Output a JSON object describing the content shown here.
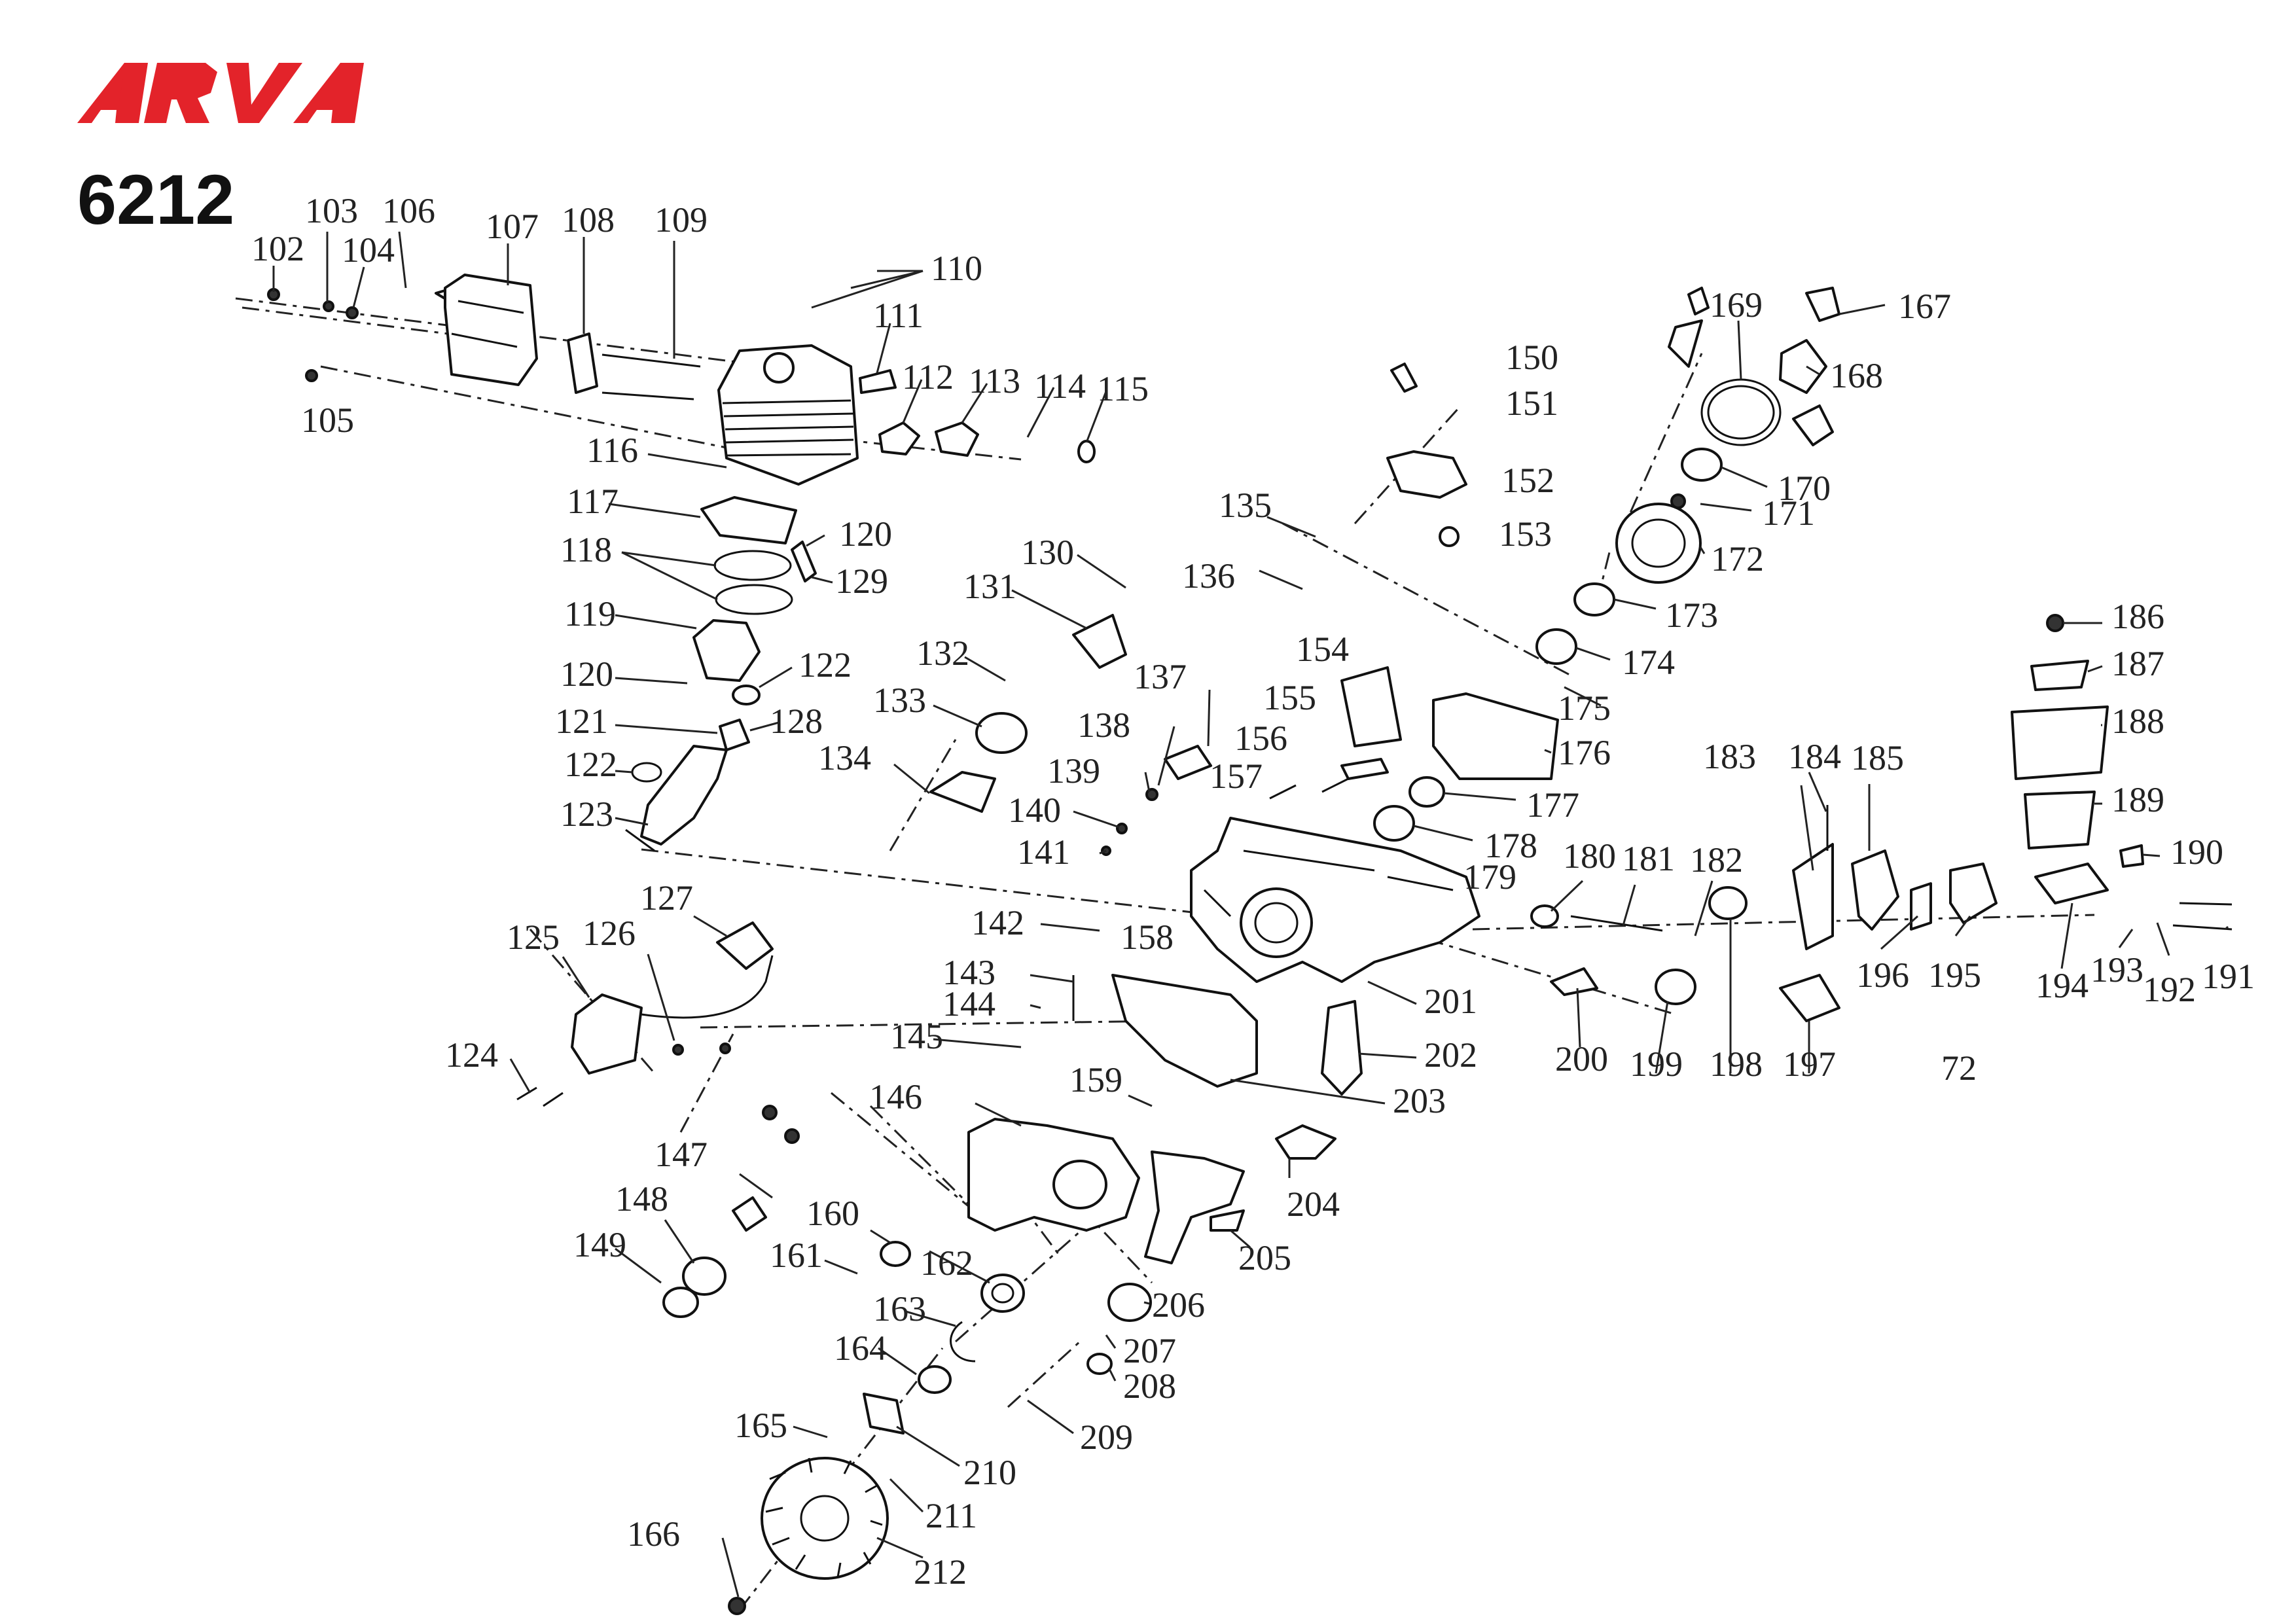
{
  "brand": {
    "logo_text": "ARVA",
    "logo_color": "#e3232a"
  },
  "model_number": "6212",
  "callouts": {
    "c102": "102",
    "c103": "103",
    "c104": "104",
    "c105": "105",
    "c106": "106",
    "c107": "107",
    "c108": "108",
    "c109": "109",
    "c110": "110",
    "c111": "111",
    "c112": "112",
    "c113": "113",
    "c114": "114",
    "c115": "115",
    "c116": "116",
    "c117": "117",
    "c118": "118",
    "c119": "119",
    "c120a": "120",
    "c120b": "120",
    "c121": "121",
    "c122a": "122",
    "c122b": "122",
    "c123": "123",
    "c124": "124",
    "c125": "125",
    "c126": "126",
    "c127": "127",
    "c128": "128",
    "c129": "129",
    "c130": "130",
    "c131": "131",
    "c132": "132",
    "c133": "133",
    "c134": "134",
    "c135": "135",
    "c136": "136",
    "c137": "137",
    "c138": "138",
    "c139": "139",
    "c140": "140",
    "c141": "141",
    "c142": "142",
    "c143": "143",
    "c144": "144",
    "c145": "145",
    "c146": "146",
    "c147": "147",
    "c148": "148",
    "c149": "149",
    "c150": "150",
    "c151": "151",
    "c152": "152",
    "c153": "153",
    "c154": "154",
    "c155": "155",
    "c156": "156",
    "c157": "157",
    "c158": "158",
    "c159": "159",
    "c160": "160",
    "c161": "161",
    "c162": "162",
    "c163": "163",
    "c164": "164",
    "c165": "165",
    "c166": "166",
    "c167": "167",
    "c168": "168",
    "c169": "169",
    "c170": "170",
    "c171": "171",
    "c172": "172",
    "c173": "173",
    "c174": "174",
    "c175": "175",
    "c176": "176",
    "c177": "177",
    "c178": "178",
    "c179": "179",
    "c180": "180",
    "c181": "181",
    "c182": "182",
    "c183": "183",
    "c184": "184",
    "c185": "185",
    "c186": "186",
    "c187": "187",
    "c188": "188",
    "c189": "189",
    "c190": "190",
    "c191": "191",
    "c192": "192",
    "c193": "193",
    "c194": "194",
    "c195": "195",
    "c196": "196",
    "c197": "197",
    "c198": "198",
    "c199": "199",
    "c200": "200",
    "c201": "201",
    "c202": "202",
    "c203": "203",
    "c204": "204",
    "c205": "205",
    "c206": "206",
    "c207": "207",
    "c208": "208",
    "c209": "209",
    "c210": "210",
    "c211": "211",
    "c212": "212",
    "c72": "72"
  }
}
